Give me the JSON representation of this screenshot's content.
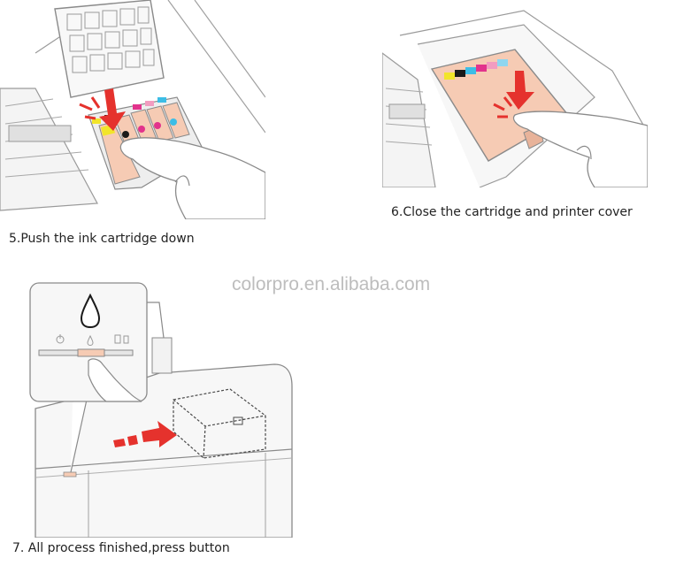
{
  "steps": [
    {
      "caption": "5.Push the ink cartridge down"
    },
    {
      "caption": "6.Close the cartridge and printer cover"
    },
    {
      "caption": "7. All process finished,press button"
    }
  ],
  "watermark": "colorpro.en.alibaba.com",
  "colors": {
    "arrow_red": "#e5322d",
    "cartridge_yellow": "#f2e52a",
    "cartridge_black": "#1a1a1a",
    "cartridge_magenta": "#e2338c",
    "cartridge_pink": "#f29cc0",
    "cartridge_cyan": "#3cbde6",
    "cartridge_light_cyan": "#8fd6ef",
    "cover_peach": "#f6cbb4",
    "line_gray": "#8a8a8a"
  },
  "icons": [
    "push-arrow-icon",
    "ink-drop-icon",
    "power-icon",
    "paper-icon",
    "trash-icon",
    "right-arrow-icon"
  ]
}
